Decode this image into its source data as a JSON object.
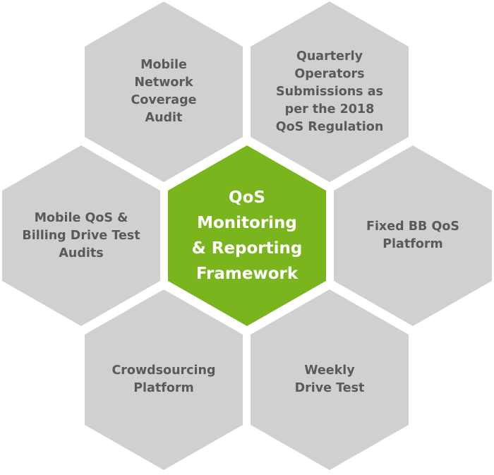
{
  "diagram": {
    "colors": {
      "outer_fill": "#d0d0d0",
      "center_fill": "#7ab51d",
      "outer_text": "#5a5a5a",
      "center_text": "#ffffff",
      "background": "#ffffff"
    },
    "center": {
      "label": "QoS\nMonitoring\n& Reporting\nFramework"
    },
    "cells": [
      {
        "label": "Mobile\nNetwork\nCoverage\nAudit"
      },
      {
        "label": "Quarterly\nOperators\nSubmissions as\nper the 2018\nQoS Regulation"
      },
      {
        "label": "Mobile QoS &\nBilling Drive Test\nAudits"
      },
      {
        "label": "Fixed BB QoS\nPlatform"
      },
      {
        "label": "Crowdsourcing\nPlatform"
      },
      {
        "label": "Weekly\nDrive Test"
      }
    ]
  }
}
